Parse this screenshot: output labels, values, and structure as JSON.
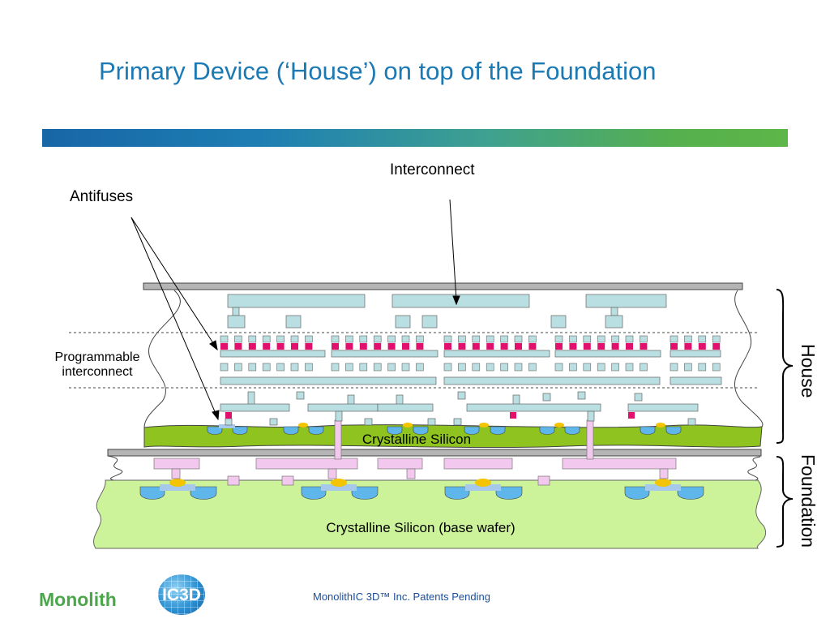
{
  "title": "Primary Device (‘House’) on top of the Foundation",
  "labels": {
    "interconnect": "Interconnect",
    "antifuses": "Antifuses",
    "programmable_line1": "Programmable",
    "programmable_line2": "interconnect",
    "crystalline_silicon": "Crystalline Silicon",
    "base_wafer": "Crystalline Silicon (base wafer)",
    "house": "House",
    "foundation": "Foundation"
  },
  "logo": {
    "text": "Monolith",
    "badge": "IC3D"
  },
  "footer": "MonolithIC 3D™ Inc. Patents Pending",
  "colors": {
    "title": "#1b79b3",
    "crystalline_silicon": "#8fc31f",
    "base_wafer": "#ccf29a",
    "metal": "#b9dfe2",
    "antifuse": "#e0106c",
    "via_pink": "#f3c8ef",
    "diffusion": "#5fb6ea",
    "gate": "#f5c400"
  }
}
